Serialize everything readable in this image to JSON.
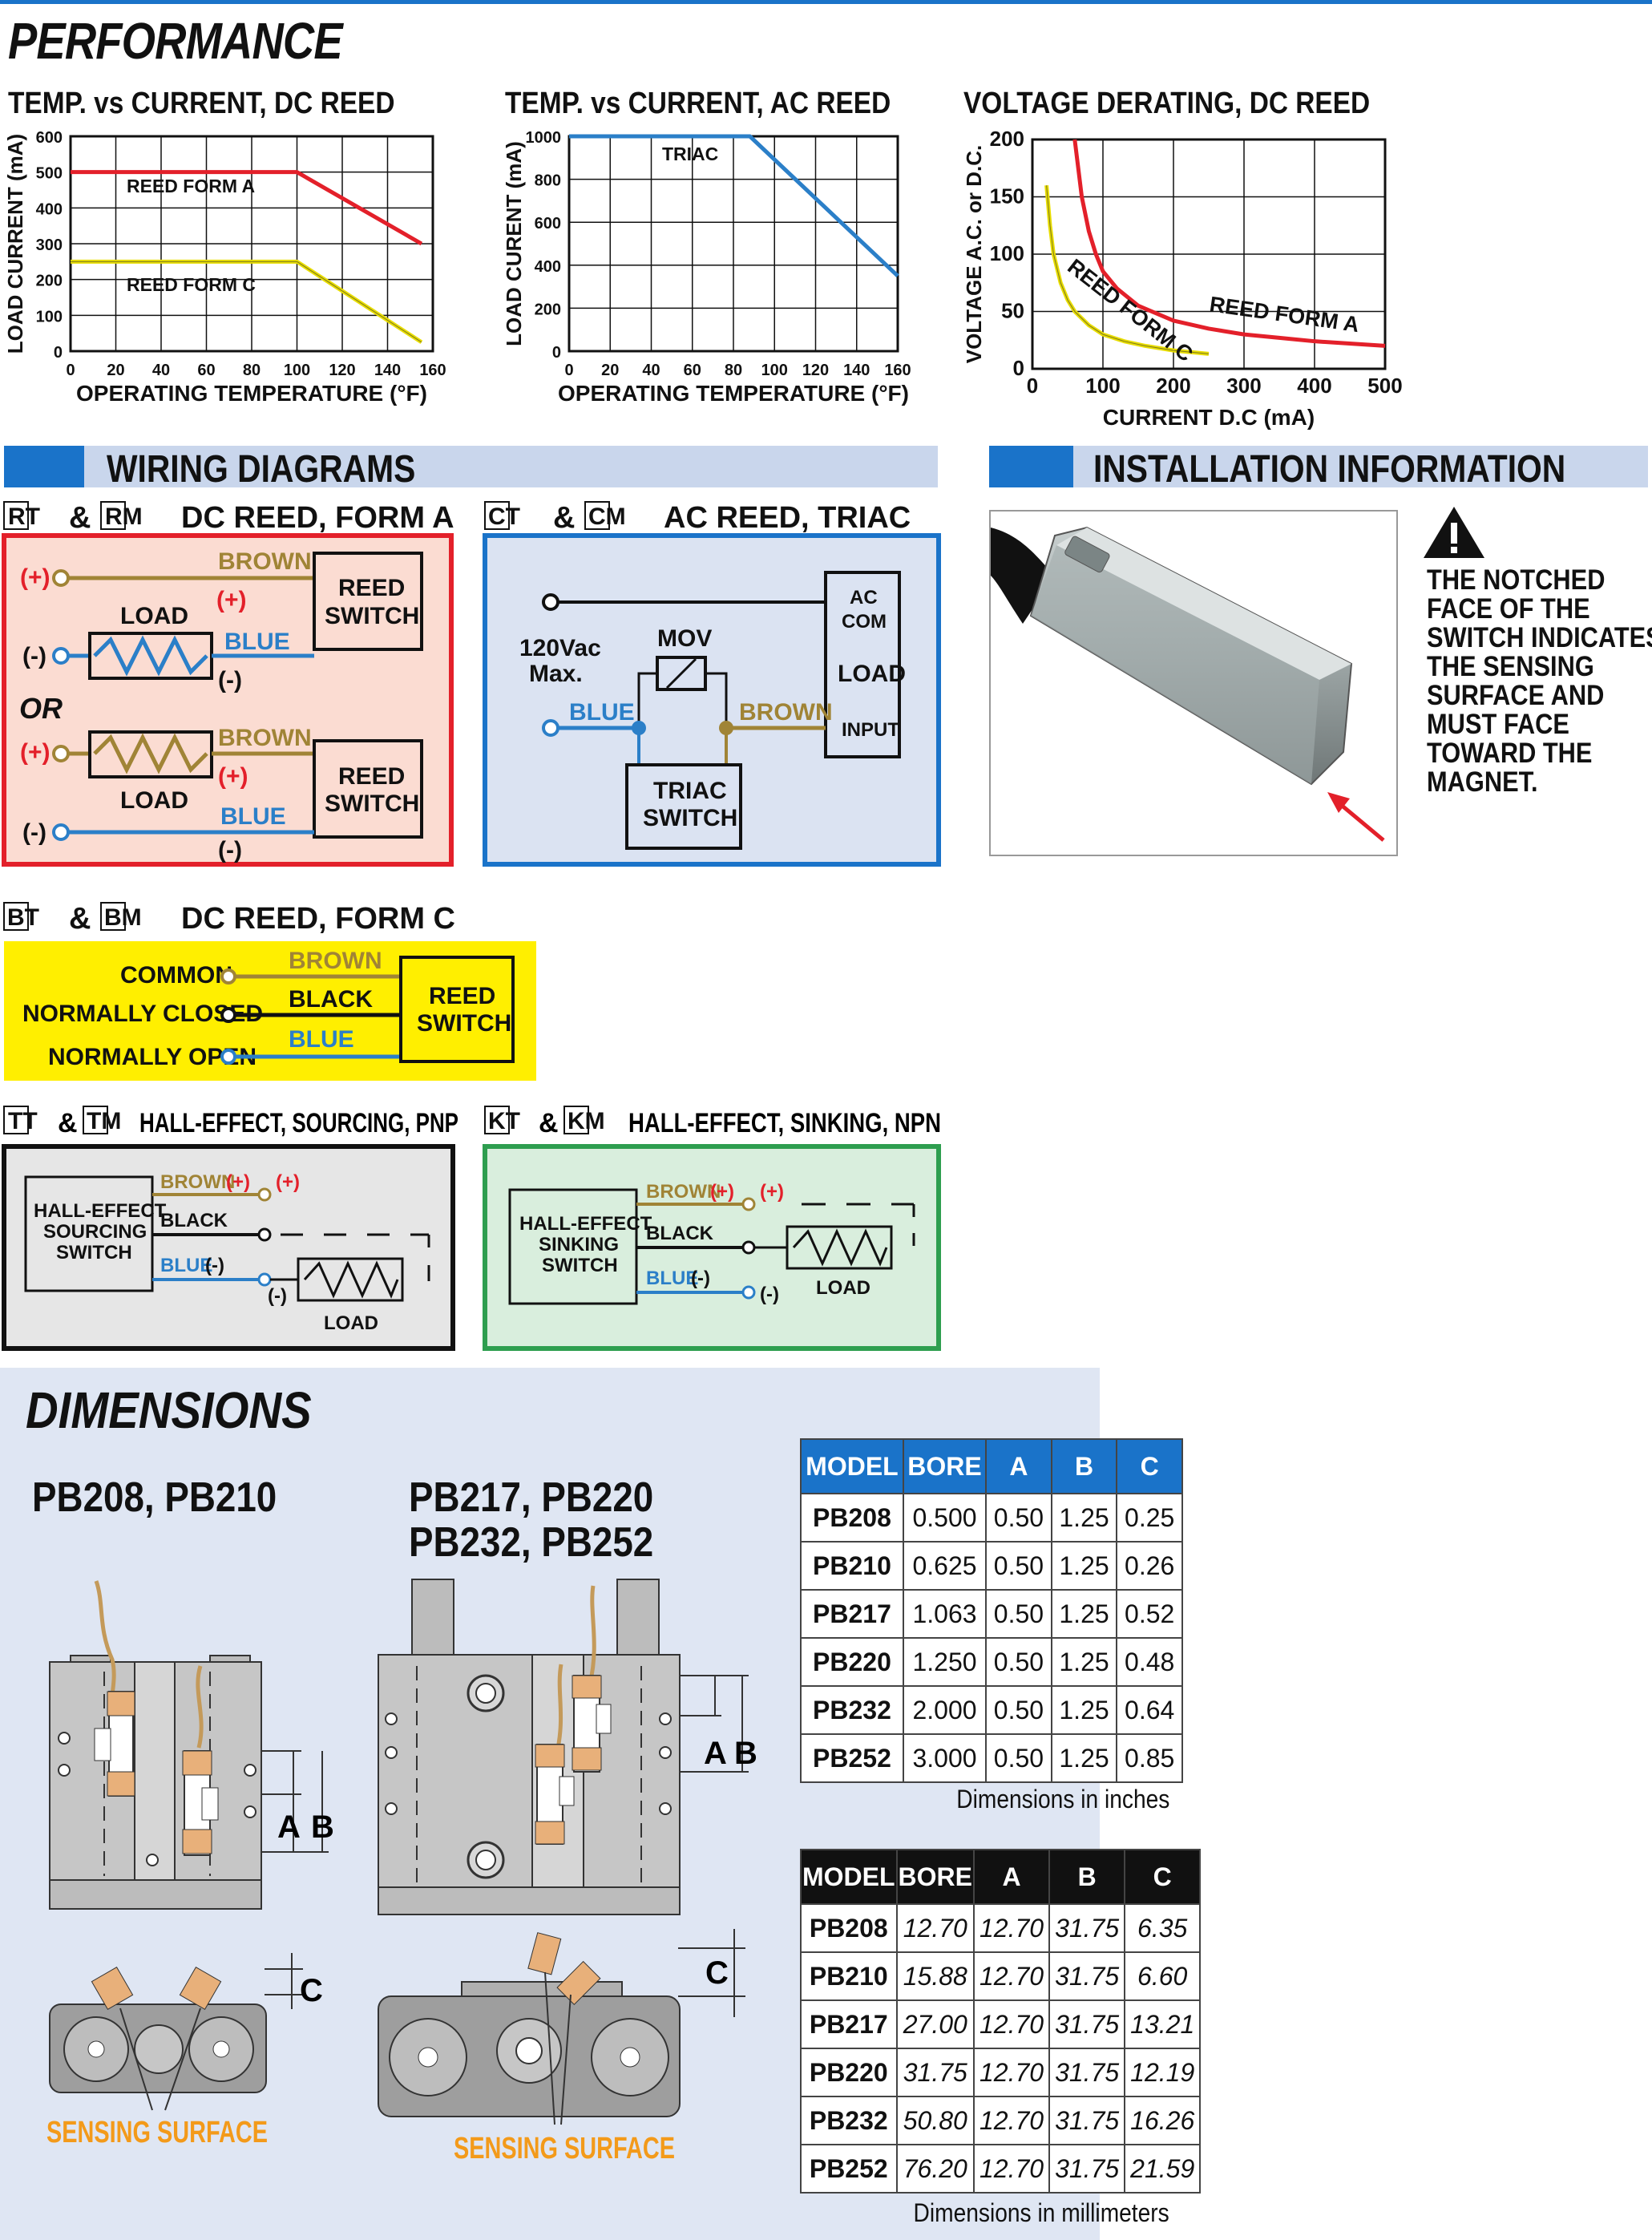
{
  "performance": {
    "title": "PERFORMANCE",
    "charts": [
      {
        "title": "TEMP. vs CURRENT, DC REED",
        "xlabel": "OPERATING TEMPERATURE (°F)",
        "ylabel": "LOAD CURRENT (mA)",
        "series_labels": [
          "REED FORM A",
          "REED FORM C"
        ]
      },
      {
        "title": "TEMP. vs CURRENT, AC REED",
        "xlabel": "OPERATING TEMPERATURE (°F)",
        "ylabel": "LOAD CURENT (mA)",
        "series_labels": [
          "TRIAC"
        ]
      },
      {
        "title": "VOLTAGE DERATING, DC REED",
        "xlabel": "CURRENT D.C (mA)",
        "ylabel": "VOLTAGE A.C. or D.C.",
        "series_labels": [
          "REED FORM C",
          "REED FORM A"
        ]
      }
    ]
  },
  "chart_data": [
    {
      "type": "line",
      "title": "TEMP. vs CURRENT, DC REED",
      "xlabel": "OPERATING TEMPERATURE (°F)",
      "ylabel": "LOAD CURRENT (mA)",
      "xlim": [
        0,
        160
      ],
      "ylim": [
        0,
        600
      ],
      "xticks": [
        0,
        20,
        40,
        60,
        80,
        100,
        120,
        140,
        160
      ],
      "yticks": [
        0,
        100,
        200,
        300,
        400,
        500,
        600
      ],
      "grid": true,
      "series": [
        {
          "name": "REED FORM A",
          "color": "#e3202a",
          "x": [
            0,
            100,
            155
          ],
          "y": [
            500,
            500,
            300
          ]
        },
        {
          "name": "REED FORM C",
          "color": "#e8dd00",
          "x": [
            0,
            100,
            155
          ],
          "y": [
            250,
            250,
            25
          ]
        }
      ]
    },
    {
      "type": "line",
      "title": "TEMP. vs CURRENT, AC REED",
      "xlabel": "OPERATING TEMPERATURE (°F)",
      "ylabel": "LOAD CURENT (mA)",
      "xlim": [
        0,
        160
      ],
      "ylim": [
        0,
        1000
      ],
      "xticks": [
        0,
        20,
        40,
        60,
        80,
        100,
        120,
        140,
        160
      ],
      "yticks": [
        0,
        200,
        400,
        600,
        800,
        1000
      ],
      "grid": true,
      "series": [
        {
          "name": "TRIAC",
          "color": "#2b7fc8",
          "x": [
            0,
            88,
            160
          ],
          "y": [
            1000,
            1000,
            350
          ]
        }
      ]
    },
    {
      "type": "line",
      "title": "VOLTAGE DERATING, DC REED",
      "xlabel": "CURRENT D.C (mA)",
      "ylabel": "VOLTAGE A.C. or D.C.",
      "xlim": [
        0,
        500
      ],
      "ylim": [
        0,
        200
      ],
      "xticks": [
        0,
        100,
        200,
        300,
        400,
        500
      ],
      "yticks": [
        0,
        50,
        100,
        150,
        200
      ],
      "grid": true,
      "series": [
        {
          "name": "REED FORM C",
          "color": "#e8dd00",
          "x": [
            20,
            25,
            30,
            40,
            50,
            60,
            80,
            100,
            130,
            160,
            200,
            250
          ],
          "y": [
            160,
            125,
            100,
            75,
            60,
            50,
            38,
            30,
            24,
            20,
            16,
            13
          ]
        },
        {
          "name": "REED FORM A",
          "color": "#e3202a",
          "x": [
            60,
            65,
            70,
            80,
            90,
            100,
            120,
            150,
            200,
            250,
            300,
            350,
            400,
            500
          ],
          "y": [
            200,
            175,
            150,
            120,
            100,
            85,
            70,
            55,
            42,
            35,
            30,
            27,
            24,
            20
          ]
        }
      ]
    }
  ],
  "wiring": {
    "title": "WIRING DIAGRAMS",
    "formA": {
      "codes": [
        "RT",
        "RM"
      ],
      "amp": "&",
      "title": "DC REED, FORM A",
      "plus": "(+)",
      "minus": "(-)",
      "brown": "BROWN",
      "blue": "BLUE",
      "load": "LOAD",
      "or": "OR",
      "reed1": "REED",
      "reed2": "SWITCH"
    },
    "triac": {
      "codes": [
        "CT",
        "CM"
      ],
      "amp": "&",
      "title": "AC REED, TRIAC",
      "vac1": "120Vac",
      "vac2": "Max.",
      "mov": "MOV",
      "blue": "BLUE",
      "brown": "BROWN",
      "ac1": "AC",
      "ac2": "COM",
      "load": "LOAD",
      "input": "INPUT",
      "tr1": "TRIAC",
      "tr2": "SWITCH"
    },
    "formC": {
      "codes": [
        "BT",
        "BM"
      ],
      "amp": "&",
      "title": "DC REED, FORM C",
      "common": "COMMON",
      "nc": "NORMALLY CLOSED",
      "no": "NORMALLY OPEN",
      "brown": "BROWN",
      "black": "BLACK",
      "blue": "BLUE",
      "reed1": "REED",
      "reed2": "SWITCH"
    },
    "pnp": {
      "codes": [
        "TT",
        "TM"
      ],
      "amp": "&",
      "title": "HALL-EFFECT, SOURCING, PNP",
      "h1": "HALL-EFFECT",
      "h2": "SOURCING",
      "h3": "SWITCH",
      "brown": "BROWN",
      "black": "BLACK",
      "blue": "BLUE",
      "plus": "(+)",
      "minus": "(-)",
      "load": "LOAD"
    },
    "npn": {
      "codes": [
        "KT",
        "KM"
      ],
      "amp": "&",
      "title": "HALL-EFFECT, SINKING, NPN",
      "h1": "HALL-EFFECT",
      "h2": "SINKING",
      "h3": "SWITCH",
      "brown": "BROWN",
      "black": "BLACK",
      "blue": "BLUE",
      "plus": "(+)",
      "minus": "(-)",
      "load": "LOAD"
    }
  },
  "installation": {
    "title": "INSTALLATION INFORMATION",
    "note_lines": [
      "THE NOTCHED",
      "FACE OF THE",
      "SWITCH INDICATES",
      "THE SENSING",
      "SURFACE AND",
      "MUST FACE",
      "TOWARD THE",
      "MAGNET."
    ]
  },
  "dimensions": {
    "title": "DIMENSIONS",
    "model_left": "PB208, PB210",
    "model_right_1": "PB217, PB220",
    "model_right_2": "PB232, PB252",
    "label_a": "A",
    "label_b": "B",
    "label_c": "C",
    "sensing": "SENSING SURFACE",
    "headers": [
      "MODEL",
      "BORE",
      "A",
      "B",
      "C"
    ],
    "inches": [
      [
        "PB208",
        "0.500",
        "0.50",
        "1.25",
        "0.25"
      ],
      [
        "PB210",
        "0.625",
        "0.50",
        "1.25",
        "0.26"
      ],
      [
        "PB217",
        "1.063",
        "0.50",
        "1.25",
        "0.52"
      ],
      [
        "PB220",
        "1.250",
        "0.50",
        "1.25",
        "0.48"
      ],
      [
        "PB232",
        "2.000",
        "0.50",
        "1.25",
        "0.64"
      ],
      [
        "PB252",
        "3.000",
        "0.50",
        "1.25",
        "0.85"
      ]
    ],
    "inches_note": "Dimensions in inches",
    "mm": [
      [
        "PB208",
        "12.70",
        "12.70",
        "31.75",
        "6.35"
      ],
      [
        "PB210",
        "15.88",
        "12.70",
        "31.75",
        "6.60"
      ],
      [
        "PB217",
        "27.00",
        "12.70",
        "31.75",
        "13.21"
      ],
      [
        "PB220",
        "31.75",
        "12.70",
        "31.75",
        "12.19"
      ],
      [
        "PB232",
        "50.80",
        "12.70",
        "31.75",
        "16.26"
      ],
      [
        "PB252",
        "76.20",
        "12.70",
        "31.75",
        "21.59"
      ]
    ],
    "mm_note": "Dimensions in millimeters"
  },
  "colors": {
    "blue": "#1a73c9",
    "red": "#e3202a",
    "yellow": "#ffef00",
    "green": "#2e9e4f",
    "brown": "#a08436",
    "wire_blue": "#2b7fc8",
    "table_header_blue": "#1a73c9",
    "table_header_black": "#111111"
  }
}
